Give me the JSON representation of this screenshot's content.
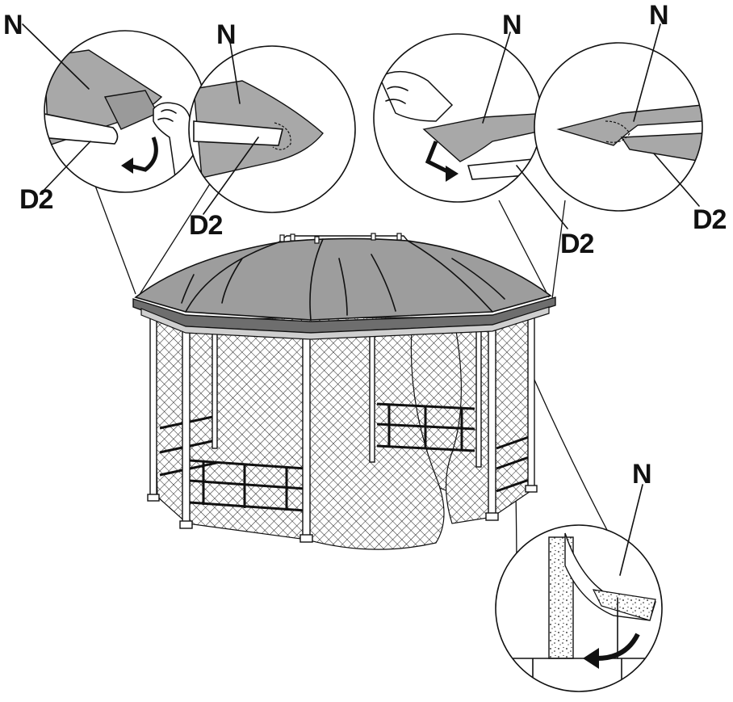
{
  "labels": {
    "n_top_left": "N",
    "d2_top_left": "D2",
    "n_top_left_2": "N",
    "d2_top_left_2": "D2",
    "n_top_right": "N",
    "n_top_right_2": "N",
    "d2_top_right": "D2",
    "d2_top_right_2": "D2",
    "n_bottom_right": "N"
  },
  "colors": {
    "ink": "#111111",
    "fabric": "#a8a8a8",
    "canopy": "#9d9d9d",
    "valance": "#6e6e6e",
    "background": "#ffffff"
  },
  "icons": [
    "curved-arrow-icon",
    "hand-icon"
  ]
}
